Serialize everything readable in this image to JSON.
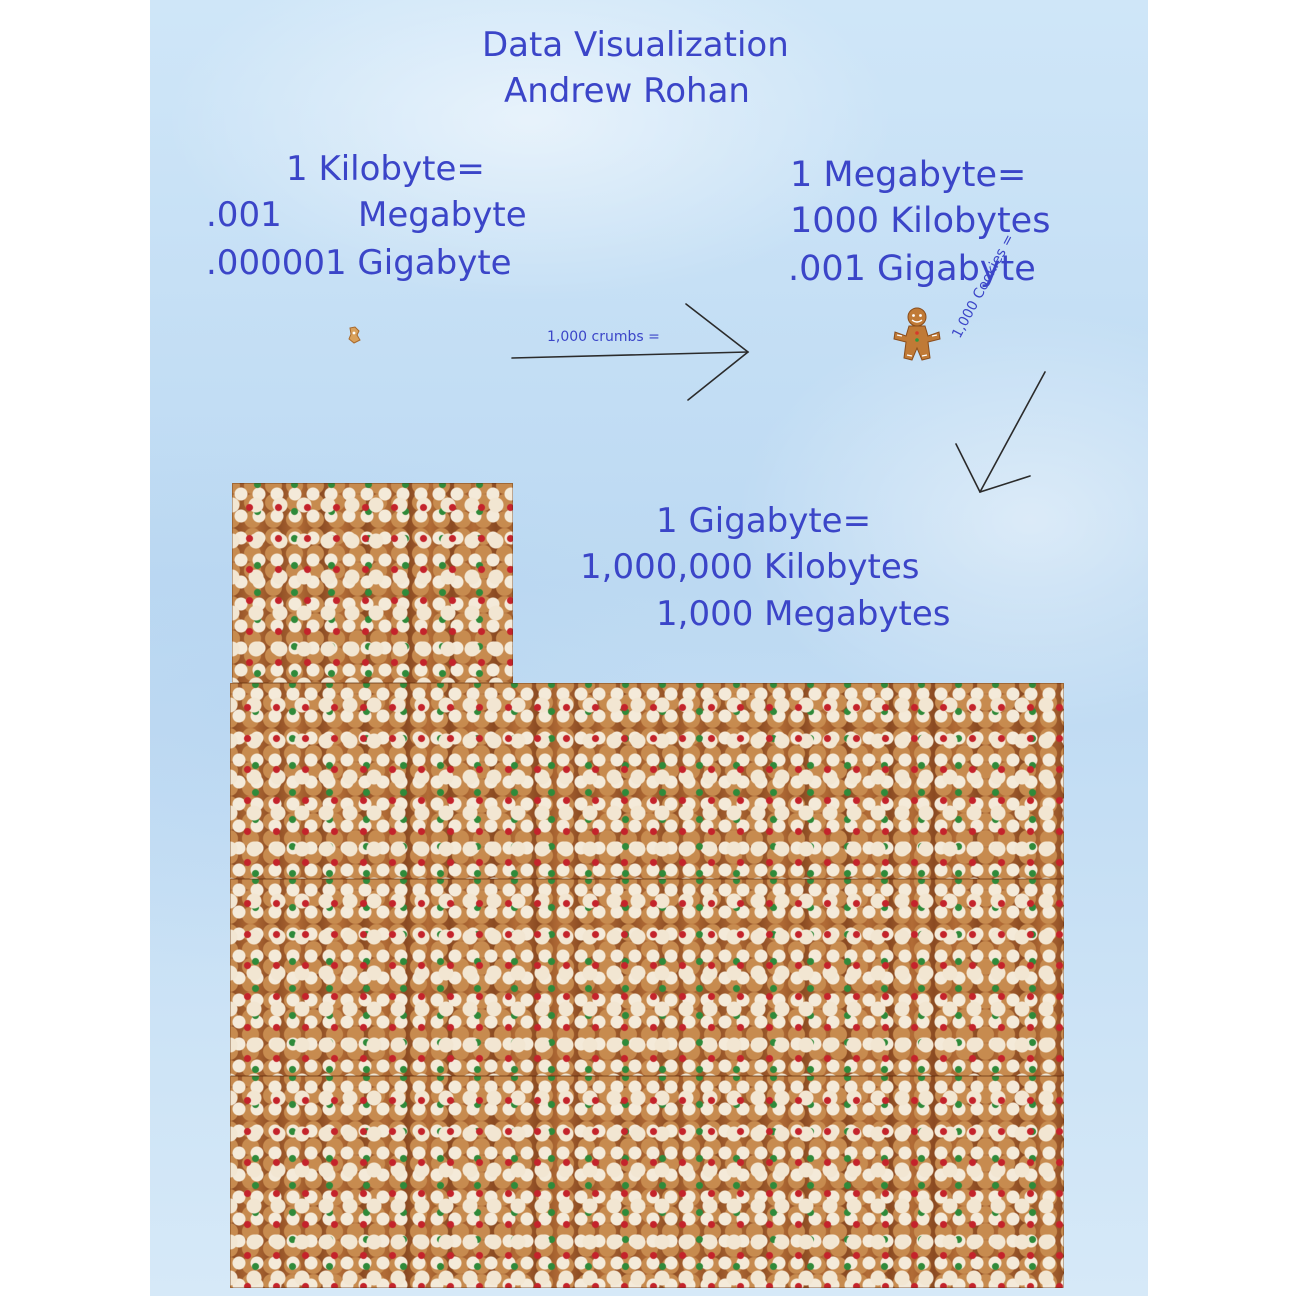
{
  "title": {
    "line1": "Data Visualization",
    "line2": "Andrew Rohan"
  },
  "kilobyte": {
    "heading": "1 Kilobyte=",
    "megabyte_value": ".001",
    "megabyte_unit": "Megabyte",
    "gigabyte_line": ".000001 Gigabyte"
  },
  "megabyte": {
    "heading": "1 Megabyte=",
    "kilobytes_line": "1000 Kilobytes",
    "gigabyte_line": ".001 Gigabyte"
  },
  "gigabyte": {
    "heading": "1 Gigabyte=",
    "kilobytes_line": "1,000,000 Kilobytes",
    "megabytes_line": "1,000 Megabytes"
  },
  "arrows": {
    "crumbs_label": "1,000 crumbs =",
    "cookies_label": "1,000 Cookies ="
  },
  "images": {
    "crumb": "crumb-icon",
    "cookie": "gingerbread-cookie-icon",
    "cookie_grid": "cookie-pattern-block"
  },
  "colors": {
    "text": "#3b45c8",
    "background": "#c8e1f6"
  }
}
